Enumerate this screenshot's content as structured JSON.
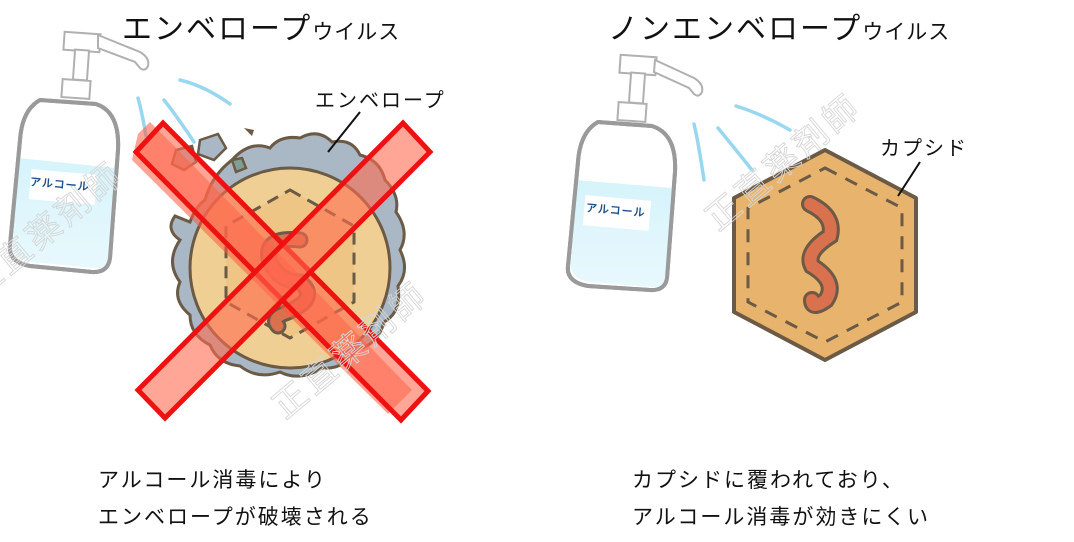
{
  "left_panel": {
    "title_main": "エンベロープ",
    "title_small": "ウイルス",
    "bottle_label": "アルコール",
    "callout_label": "エンベロープ",
    "caption_lines": [
      "アルコール消毒により",
      "エンベロープが破壊される"
    ],
    "overlay": "cross-mark"
  },
  "right_panel": {
    "title_main": "ノンエンベロープ",
    "title_small": "ウイルス",
    "bottle_label": "アルコール",
    "callout_label": "カプシド",
    "caption_lines": [
      "カプシドに覆われており、",
      "アルコール消毒が効きにくい"
    ]
  },
  "watermark": "正直薬剤師",
  "colors": {
    "cross_stroke": "#ee1111",
    "cross_fill": "#ff6a50",
    "envelope": "#a9b8c4",
    "capsid": "#e8b36c",
    "capsid_left": "#f3d49a",
    "genome": "#d9704e",
    "outline": "#6b5a45",
    "bottle_liquid": "#dff6fc",
    "spray": "#8fd3f0",
    "bottle_outline": "#9a9a9a"
  }
}
